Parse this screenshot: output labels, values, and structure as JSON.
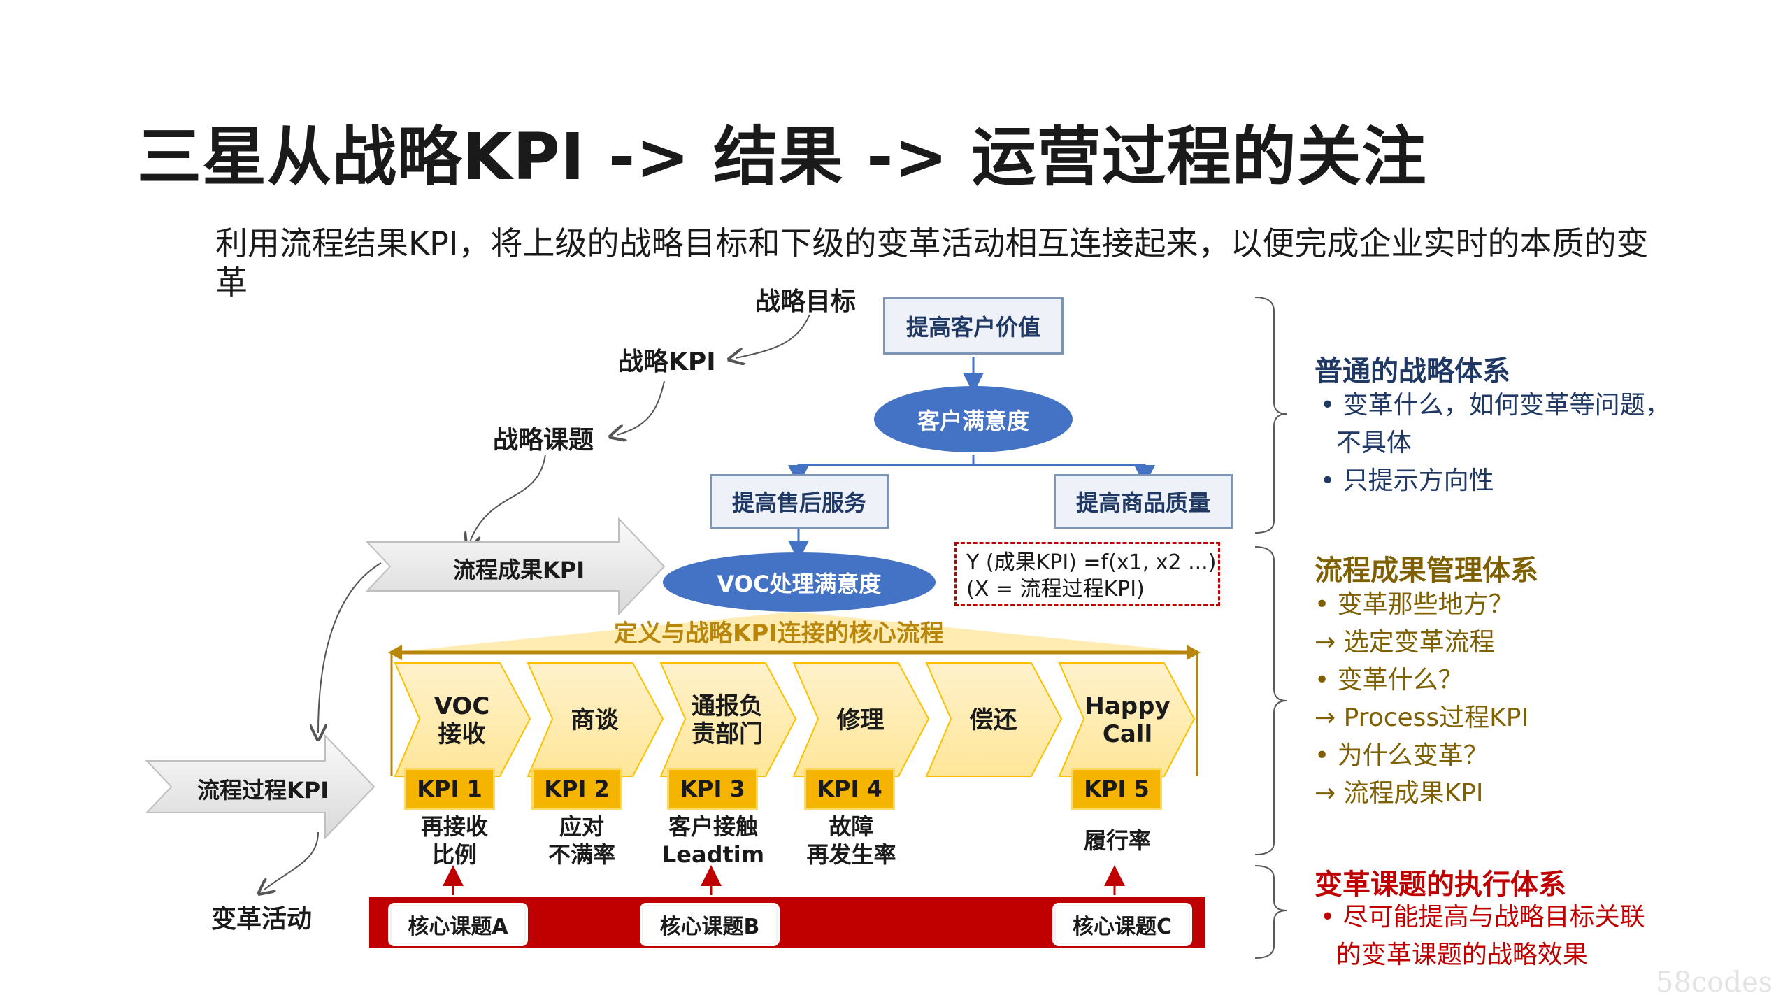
{
  "title": "三星从战略KPI -> 结果 -> 运营过程的关注",
  "subtitle": "利用流程结果KPI，将上级的战略目标和下级的变革活动相互连接起来，以便完成企业实时的本质的变革",
  "left_labels": {
    "strategic_goal": "战略目标",
    "strategic_kpi": "战略KPI",
    "strategic_topic": "战略课题",
    "process_result_kpi": "流程成果KPI",
    "process_process_kpi": "流程过程KPI",
    "change_activity": "变革活动"
  },
  "tree": {
    "top": "提高客户价值",
    "satisfaction": "客户满意度",
    "after_sales": "提高售后服务",
    "quality": "提高商品质量",
    "voc": "VOC处理满意度"
  },
  "formula": {
    "line1": "Y (成果KPI) =f(x1, x2 ...)",
    "line2": "(X = 流程过程KPI)"
  },
  "banner": "定义与战略KPI连接的核心流程",
  "process_steps": [
    "VOC\n接收",
    "商谈",
    "通报负\n责部门",
    "修理",
    "偿还",
    "Happy\nCall"
  ],
  "kpis": [
    {
      "label": "KPI 1",
      "desc": "再接收\n比例"
    },
    {
      "label": "KPI 2",
      "desc": "应对\n不满率"
    },
    {
      "label": "KPI 3",
      "desc": "客户接触\nLeadtim"
    },
    {
      "label": "KPI 4",
      "desc": "故障\n再发生率"
    },
    {
      "label": "KPI 5",
      "desc": "履行率"
    }
  ],
  "core_topics": [
    "核心课题A",
    "核心课题B",
    "核心课题C"
  ],
  "right": {
    "s1": {
      "head": "普通的战略体系",
      "items": [
        "• 变革什么，如何变革等问题，",
        "  不具体",
        "• 只提示方向性"
      ],
      "color": "#1f3864"
    },
    "s2": {
      "head": "流程成果管理体系",
      "items": [
        "• 变革那些地方？",
        "→ 选定变革流程",
        "• 变革什么？",
        "→ Process过程KPI",
        "• 为什么变革？",
        "→ 流程成果KPI"
      ],
      "color": "#7f6000"
    },
    "s3": {
      "head": "变革课题的执行体系",
      "items": [
        "• 尽可能提高与战略目标关联",
        "  的变革课题的战略效果"
      ],
      "color": "#c00000"
    }
  },
  "watermark": "58codes"
}
